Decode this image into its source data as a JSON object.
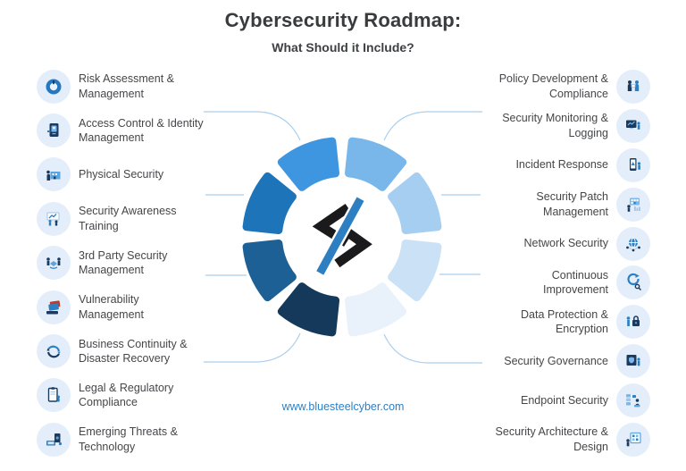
{
  "header": {
    "title": "Cybersecurity Roadmap:",
    "subtitle": "What Should it Include?"
  },
  "footer": {
    "website": "www.bluesteelcyber.com"
  },
  "left_items": [
    {
      "label": "Risk Assessment & Management",
      "icon": "risk-gauge"
    },
    {
      "label": "Access Control & Identity Management",
      "icon": "id-card"
    },
    {
      "label": "Physical Security",
      "icon": "security-guard"
    },
    {
      "label": "Security Awareness Training",
      "icon": "training-presentation"
    },
    {
      "label": "3rd Party Security Management",
      "icon": "third-party-handshake"
    },
    {
      "label": "Vulnerability Management",
      "icon": "vulnerability-laptop"
    },
    {
      "label": "Business Continuity & Disaster Recovery",
      "icon": "continuity-arrows"
    },
    {
      "label": "Legal & Regulatory Compliance",
      "icon": "legal-clipboard"
    },
    {
      "label": "Emerging Threats & Technology",
      "icon": "emerging-tech"
    }
  ],
  "right_items": [
    {
      "label": "Policy Development & Compliance",
      "icon": "policy-people"
    },
    {
      "label": "Security Monitoring & Logging",
      "icon": "monitoring-screen"
    },
    {
      "label": "Incident Response",
      "icon": "incident-phone"
    },
    {
      "label": "Security Patch Management",
      "icon": "patch-management"
    },
    {
      "label": "Network Security",
      "icon": "network-globe"
    },
    {
      "label": "Continuous Improvement",
      "icon": "continuous-improvement"
    },
    {
      "label": "Data Protection & Encryption",
      "icon": "data-lock"
    },
    {
      "label": "Security Governance",
      "icon": "governance-shield"
    },
    {
      "label": "Endpoint Security",
      "icon": "endpoint-devices"
    },
    {
      "label": "Security Architecture & Design",
      "icon": "architecture-blueprint"
    }
  ],
  "ring": {
    "segment_colors": [
      "#79b6ea",
      "#a6cef1",
      "#cbe1f6",
      "#e9f2fb",
      "#15395b",
      "#1d6095",
      "#1e74b9",
      "#3e96e0"
    ],
    "logo": "bluesteel-lightning-logo"
  },
  "colors": {
    "accent": "#2e7fc2",
    "connector": "#abcfee",
    "icon_circle_bg": "#e3eefa",
    "title_text": "#3a3b3d",
    "item_text": "#454649",
    "logo_black": "#1a1a1d"
  }
}
